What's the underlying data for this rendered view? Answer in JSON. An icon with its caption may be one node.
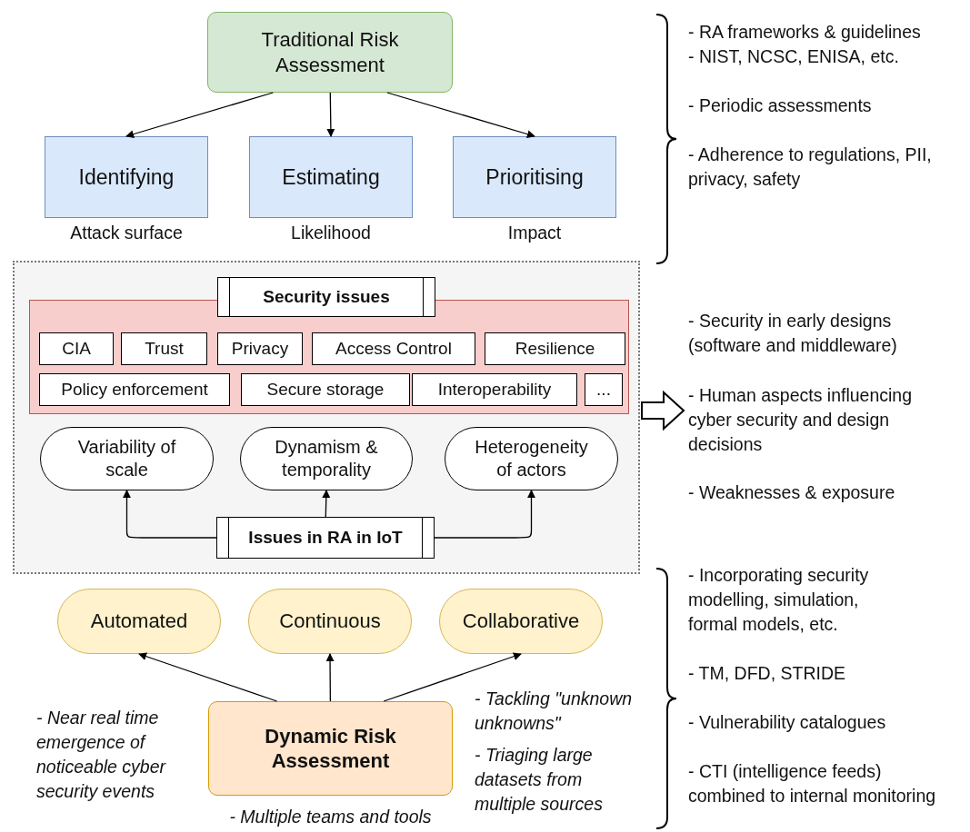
{
  "diagram": {
    "nodes": [
      {
        "text": [
          "Traditional Risk Assessment"
        ]
      },
      {
        "text": [
          "Identifying"
        ],
        "beside": [
          "Attack surface"
        ]
      },
      {
        "text": [
          "Estimating"
        ],
        "beside": [
          "Likelihood"
        ]
      },
      {
        "text": [
          "Prioritising"
        ],
        "beside": [
          "Impact"
        ]
      },
      {
        "text": [],
        "shape": "box"
      },
      {
        "text": [],
        "shape": "box",
        "in": 4
      },
      {
        "text": [
          "Security issues"
        ],
        "in": 4
      },
      {
        "text": [
          "CIA"
        ],
        "in": 5
      },
      {
        "text": [
          "Trust"
        ],
        "in": 5
      },
      {
        "text": [
          "Privacy"
        ],
        "in": 5
      },
      {
        "text": [
          "Access Control"
        ],
        "in": 5
      },
      {
        "text": [
          "Resilience"
        ],
        "in": 5
      },
      {
        "text": [
          "Policy enforcement"
        ],
        "in": 5
      },
      {
        "text": [
          "Secure storage"
        ],
        "in": 5
      },
      {
        "text": [
          "Interoperability"
        ],
        "in": 5
      },
      {
        "text": [
          "..."
        ],
        "in": 5
      },
      {
        "text": [
          "Variability of scale"
        ],
        "in": 4
      },
      {
        "text": [
          "Dynamism & temporality"
        ],
        "in": 4
      },
      {
        "text": [
          "Heterogeneity of actors"
        ],
        "in": 4
      },
      {
        "text": [
          "Issues in RA in IoT"
        ],
        "in": 4
      },
      {
        "text": [
          "Automated"
        ]
      },
      {
        "text": [
          "Continuous"
        ]
      },
      {
        "text": [
          "Collaborative"
        ]
      },
      {
        "text": [
          "Dynamic Risk Assessment"
        ],
        "beside": [
          "- Multiple teams and tools"
        ]
      }
    ],
    "edges": [
      {
        "from": 0,
        "to": 1,
        "arrow": "to"
      },
      {
        "from": 0,
        "to": 2,
        "arrow": "to"
      },
      {
        "from": 0,
        "to": 3,
        "arrow": "to"
      },
      {
        "from": 19,
        "to": 16,
        "arrow": "to"
      },
      {
        "from": 19,
        "to": 17,
        "arrow": "to"
      },
      {
        "from": 19,
        "to": 18,
        "arrow": "to"
      },
      {
        "from": 23,
        "to": 20,
        "arrow": "to"
      },
      {
        "from": 23,
        "to": 21,
        "arrow": "to"
      },
      {
        "from": 23,
        "to": 22,
        "arrow": "to"
      },
      {
        "from": 4,
        "to": null,
        "arrow": "to",
        "style": "thick"
      }
    ],
    "labels": [
      "- RA frameworks & guidelines",
      "- NIST, NCSC, ENISA, etc.",
      "- Periodic assessments",
      "- Adherence to regulations, PII, privacy, safety",
      "- Security in early designs (software and middleware)",
      "- Human aspects influencing cyber security and design decisions",
      "- Weaknesses & exposure",
      "- Incorporating security modelling, simulation, formal models, etc.",
      "- TM, DFD, STRIDE",
      "- Tackling \"unknown unknowns\"",
      "- Near real time emergence of noticeable cyber security events",
      "- Vulnerability catalogues",
      "- Triaging large datasets from multiple sources",
      "- CTI (intelligence feeds) combined to internal monitoring"
    ]
  }
}
